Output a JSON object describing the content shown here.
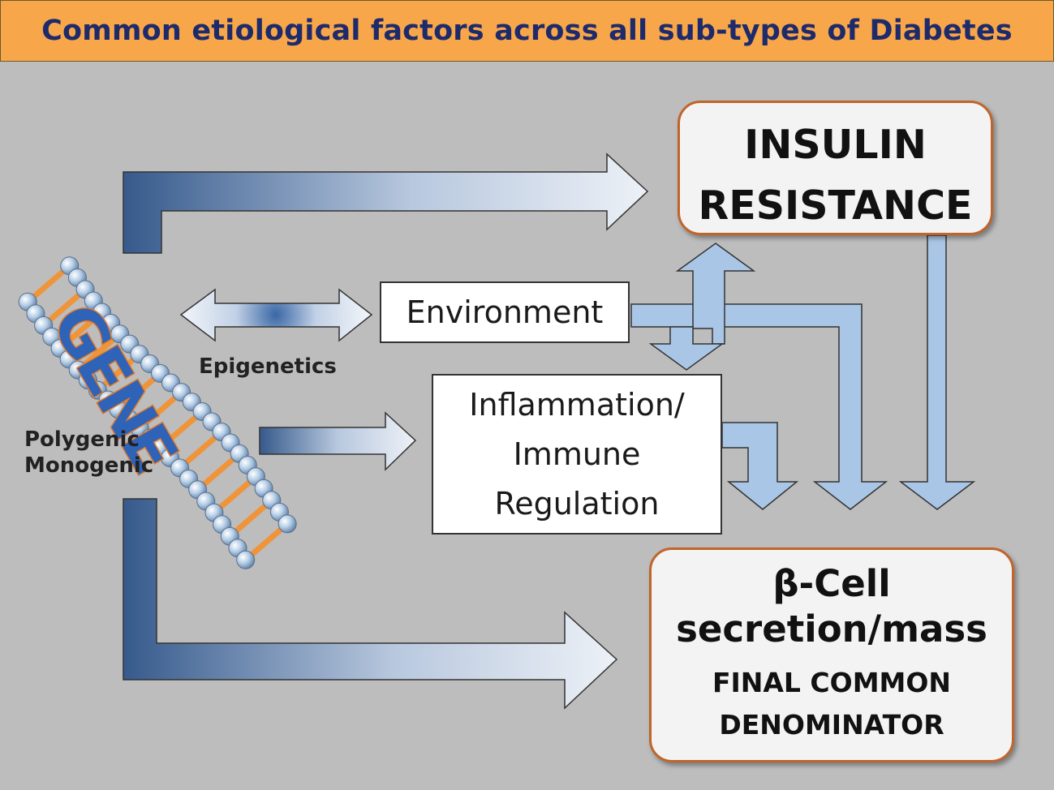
{
  "title": "Common etiological factors across all sub-types of Diabetes",
  "gene_label": "GENE",
  "labels": {
    "epigenetics": "Epigenetics",
    "polygenic": "Polygenic",
    "monogenic": "Monogenic"
  },
  "boxes": {
    "environment": "Environment",
    "inflammation_lines": [
      "Inflammation/",
      "Immune",
      "Regulation"
    ],
    "insulin_lines": [
      "INSULIN",
      "RESISTANCE"
    ],
    "beta_lines": [
      "β-Cell",
      "secretion/mass"
    ],
    "final_lines": [
      "FINAL COMMON",
      "DENOMINATOR"
    ]
  },
  "colors": {
    "title_bg": "#f7a64a",
    "title_text": "#1d2a6b",
    "arrow_dark": "#365a8c",
    "arrow_light": "#aac6e6",
    "box_border": "#c0652a",
    "background": "#bdbdbd"
  }
}
